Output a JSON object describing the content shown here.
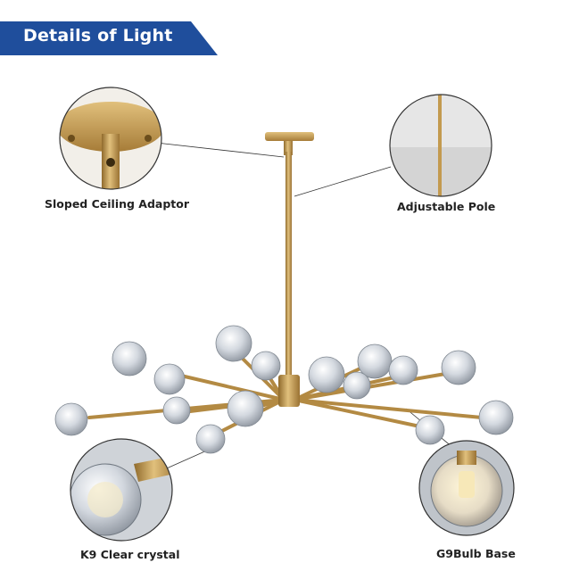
{
  "banner": {
    "title": "Details of Light",
    "color": "#1f4e9c"
  },
  "callouts": {
    "sloped_adaptor": "Sloped Ceiling Adaptor",
    "adjustable_pole": "Adjustable Pole",
    "k9_crystal": "K9 Clear crystal",
    "g9_base": "G9Bulb Base"
  },
  "colors": {
    "brass": "#c39a4f",
    "brass_dark": "#8f6a2c",
    "crystal": "#d9dde3"
  }
}
